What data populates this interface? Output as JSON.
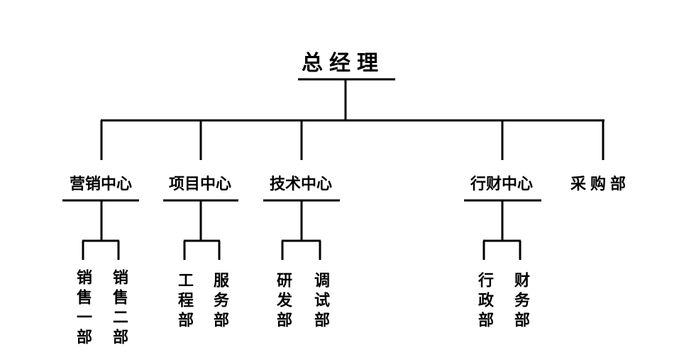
{
  "org_chart": {
    "root": {
      "label": "总经理"
    },
    "departments": [
      {
        "label": "营销中心",
        "children": [
          {
            "label": "销售一部"
          },
          {
            "label": "销售二部"
          }
        ]
      },
      {
        "label": "项目中心",
        "children": [
          {
            "label": "工程部"
          },
          {
            "label": "服务部"
          }
        ]
      },
      {
        "label": "技术中心",
        "children": [
          {
            "label": "研发部"
          },
          {
            "label": "调试部"
          }
        ]
      },
      {
        "label": "行财中心",
        "children": [
          {
            "label": "行政部"
          },
          {
            "label": "财务部"
          }
        ]
      },
      {
        "label": "采购部",
        "children": []
      }
    ]
  }
}
